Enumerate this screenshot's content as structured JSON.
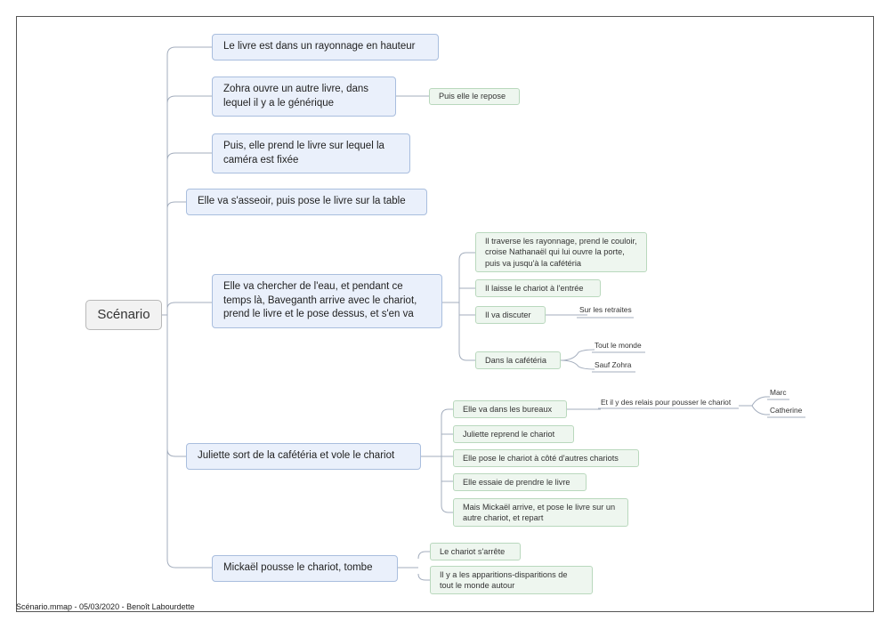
{
  "root": {
    "label": "Scénario"
  },
  "topics": {
    "t1": {
      "label": "Le livre est dans un rayonnage en hauteur"
    },
    "t2": {
      "label": "Zohra ouvre un autre livre, dans lequel il y a le générique",
      "children": {
        "c1": "Puis elle le repose"
      }
    },
    "t3": {
      "label": "Puis, elle prend le livre sur lequel la caméra est fixée"
    },
    "t4": {
      "label": "Elle va s'asseoir, puis pose le livre sur la table"
    },
    "t5": {
      "label": "Elle va chercher de l'eau, et pendant ce temps là, Baveganth arrive avec le chariot, prend le livre et le pose dessus, et s'en va",
      "children": {
        "c1": "Il traverse les rayonnage, prend le couloir, croise Nathanaël qui lui ouvre la porte, puis va jusqu'à la cafétéria",
        "c2": "Il laisse le chariot à l'entrée",
        "c3": "Il va discuter",
        "c3_sub": "Sur les retraites",
        "c4": "Dans la cafétéria",
        "c4_sub1": "Tout le monde",
        "c4_sub2": "Sauf Zohra"
      }
    },
    "t6": {
      "label": "Juliette sort de la cafétéria et vole le chariot",
      "children": {
        "c1": "Elle va dans les bureaux",
        "c1_sub": "Et il y des relais pour pousser le chariot",
        "c1_sub_sub1": "Marc",
        "c1_sub_sub2": "Catherine",
        "c2": "Juliette reprend le chariot",
        "c3": "Elle pose le chariot à côté d'autres chariots",
        "c4": "Elle essaie de prendre le livre",
        "c5": "Mais Mickaël arrive, et pose le livre sur un autre chariot, et repart"
      }
    },
    "t7": {
      "label": "Mickaël pousse le chariot, tombe",
      "children": {
        "c1": "Le chariot s'arrête",
        "c2": "Il y a les apparitions-disparitions de tout le monde autour"
      }
    }
  },
  "footer": "Scénario.mmap - 05/03/2020 - Benoît Labourdette",
  "colors": {
    "link": "#9aa5b5",
    "topic_bg": "#eaf0fb",
    "sub_bg": "#eef6ef"
  }
}
